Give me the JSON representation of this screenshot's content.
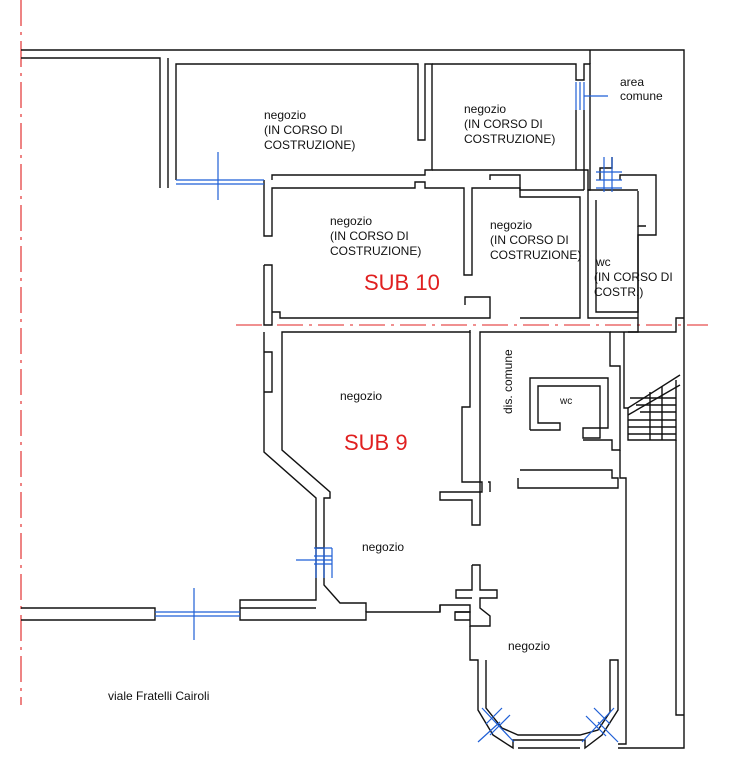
{
  "colors": {
    "walls": "#111111",
    "windows": "#1f5fd6",
    "axis": "#e02020"
  },
  "labels": {
    "area_comune": [
      "area",
      "comune"
    ],
    "negozio_top_left": [
      "negozio",
      "(IN CORSO DI",
      "COSTRUZIONE)"
    ],
    "negozio_top_right": [
      "negozio",
      "(IN CORSO DI",
      "COSTRUZIONE)"
    ],
    "negozio_mid_left": [
      "negozio",
      "(IN CORSO DI",
      "COSTRUZIONE)"
    ],
    "negozio_mid_right": [
      "negozio",
      "(IN CORSO DI",
      "COSTRUZIONE)"
    ],
    "wc_upper": [
      "wc",
      "(IN CORSO DI",
      "COSTR.)"
    ],
    "sub10": "SUB 10",
    "sub9": "SUB 9",
    "negozio_sub9": "negozio",
    "dis_comune": "dis. comune",
    "wc_lower": "wc",
    "negozio_lower_left": "negozio",
    "negozio_bottom_right": "negozio",
    "street": "viale Fratelli Cairoli"
  }
}
